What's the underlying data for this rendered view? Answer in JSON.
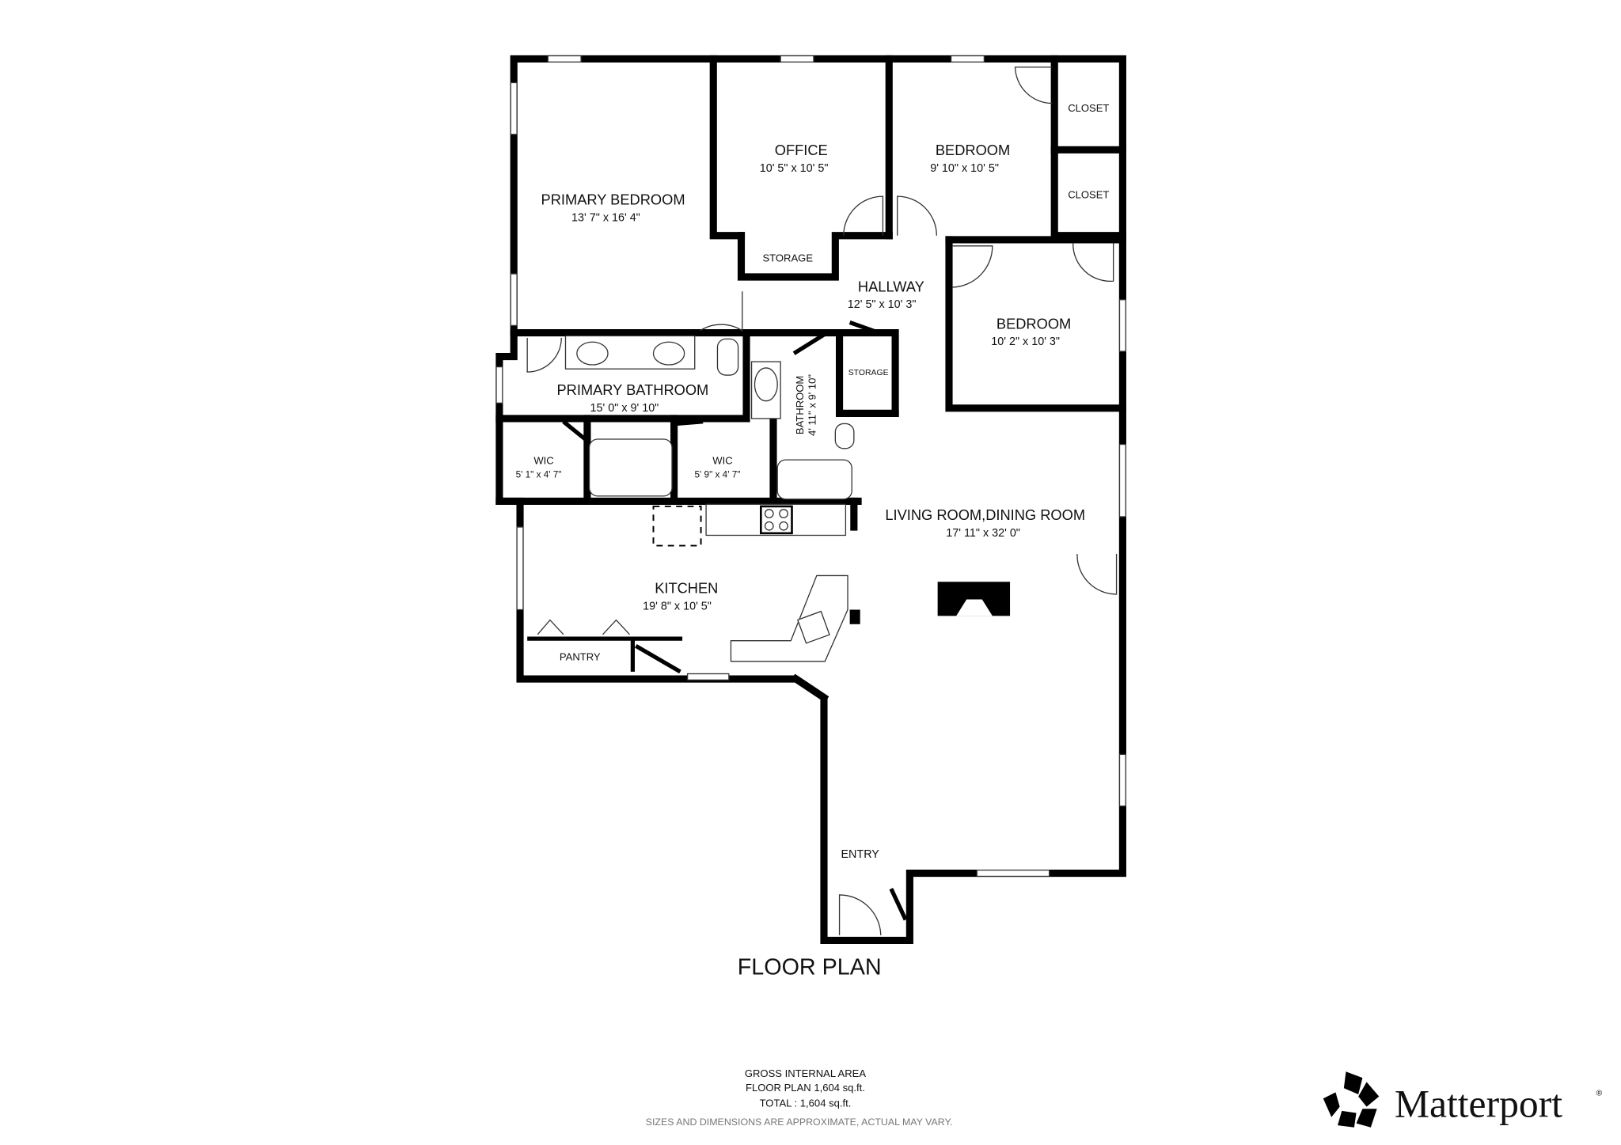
{
  "title": "FLOOR PLAN",
  "rooms": [
    {
      "name": "PRIMARY BEDROOM",
      "dims": "13' 7\" x 16' 4\""
    },
    {
      "name": "OFFICE",
      "dims": "10' 5\" x 10' 5\""
    },
    {
      "name": "BEDROOM",
      "dims": "9' 10\" x 10' 5\""
    },
    {
      "name": "CLOSET"
    },
    {
      "name": "CLOSET"
    },
    {
      "name": "STORAGE"
    },
    {
      "name": "HALLWAY",
      "dims": "12' 5\" x 10' 3\""
    },
    {
      "name": "BEDROOM",
      "dims": "10' 2\" x 10' 3\""
    },
    {
      "name": "PRIMARY BATHROOM",
      "dims": "15' 0\" x 9' 10\""
    },
    {
      "name": "BATHROOM",
      "dims": "4' 11\" x 9' 10\""
    },
    {
      "name": "STORAGE"
    },
    {
      "name": "WIC",
      "dims": "5' 1\" x 4' 7\""
    },
    {
      "name": "WIC",
      "dims": "5' 9\" x 4' 7\""
    },
    {
      "name": "LIVING ROOM,DINING ROOM",
      "dims": "17' 11\" x 32' 0\""
    },
    {
      "name": "KITCHEN",
      "dims": "19' 8\" x 10' 5\""
    },
    {
      "name": "PANTRY"
    },
    {
      "name": "ENTRY"
    }
  ],
  "footer": {
    "line1": "GROSS INTERNAL AREA",
    "line2": "FLOOR PLAN 1,604 sq.ft.",
    "line3": "TOTAL :  1,604 sq.ft.",
    "disclaimer": "SIZES AND DIMENSIONS ARE APPROXIMATE, ACTUAL MAY VARY."
  },
  "logo": {
    "text": "Matterport",
    "mark": "®"
  }
}
